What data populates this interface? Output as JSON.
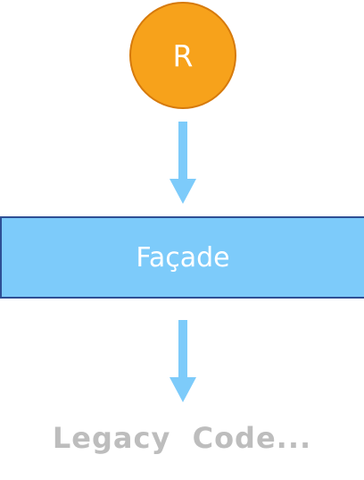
{
  "nodes": {
    "client": {
      "label": "R"
    },
    "facade": {
      "label": "Façade"
    },
    "legacy": {
      "label": "Legacy  Code..."
    }
  },
  "colors": {
    "client_fill": "#f7a21b",
    "client_stroke": "#d67a0c",
    "arrow": "#7dcbfa",
    "facade_fill": "#7dcbfa",
    "facade_stroke": "#2e4f94",
    "legacy_text": "#bdbdbd"
  }
}
